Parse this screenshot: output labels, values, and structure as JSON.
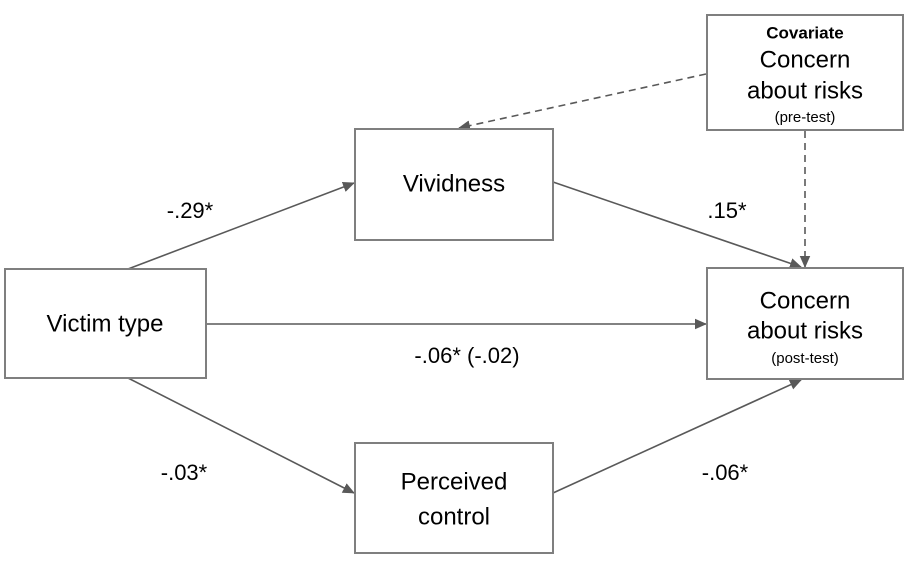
{
  "figure": {
    "type": "path-diagram",
    "background_color": "#ffffff",
    "box_stroke_color": "#7f7f7f",
    "edge_color": "#595959",
    "text_color": "#000000"
  },
  "nodes": {
    "victim_type": {
      "label": "Victim type"
    },
    "vividness": {
      "label": "Vividness"
    },
    "perceived_control": {
      "label_line1": "Perceived",
      "label_line2": "control"
    },
    "concern_post": {
      "label_line1": "Concern",
      "label_line2": "about risks",
      "note": "(post-test)"
    },
    "covariate": {
      "header": "Covariate",
      "label_line1": "Concern",
      "label_line2": "about risks",
      "note": "(pre-test)"
    }
  },
  "edges": {
    "victim_to_vividness": {
      "label": "-.29*",
      "style": "solid"
    },
    "vividness_to_concern": {
      "label": ".15*",
      "style": "solid"
    },
    "victim_to_concern_direct": {
      "label": "-.06* (-.02)",
      "style": "solid"
    },
    "victim_to_control": {
      "label": "-.03*",
      "style": "solid"
    },
    "control_to_concern": {
      "label": "-.06*",
      "style": "solid"
    },
    "covariate_to_vividness": {
      "label": "",
      "style": "dashed"
    },
    "covariate_to_concern": {
      "label": "",
      "style": "dashed"
    }
  },
  "chart_data": {
    "type": "diagram",
    "title": "",
    "paths": [
      {
        "from": "Victim type",
        "to": "Vividness",
        "coefficient": "-.29*",
        "style": "solid"
      },
      {
        "from": "Vividness",
        "to": "Concern about risks (post-test)",
        "coefficient": ".15*",
        "style": "solid"
      },
      {
        "from": "Victim type",
        "to": "Concern about risks (post-test)",
        "coefficient": "-.06* (-.02)",
        "style": "solid"
      },
      {
        "from": "Victim type",
        "to": "Perceived control",
        "coefficient": "-.03*",
        "style": "solid"
      },
      {
        "from": "Perceived control",
        "to": "Concern about risks (post-test)",
        "coefficient": "-.06*",
        "style": "solid"
      },
      {
        "from": "Covariate: Concern about risks (pre-test)",
        "to": "Vividness",
        "coefficient": "",
        "style": "dashed"
      },
      {
        "from": "Covariate: Concern about risks (pre-test)",
        "to": "Concern about risks (post-test)",
        "coefficient": "",
        "style": "dashed"
      }
    ]
  }
}
